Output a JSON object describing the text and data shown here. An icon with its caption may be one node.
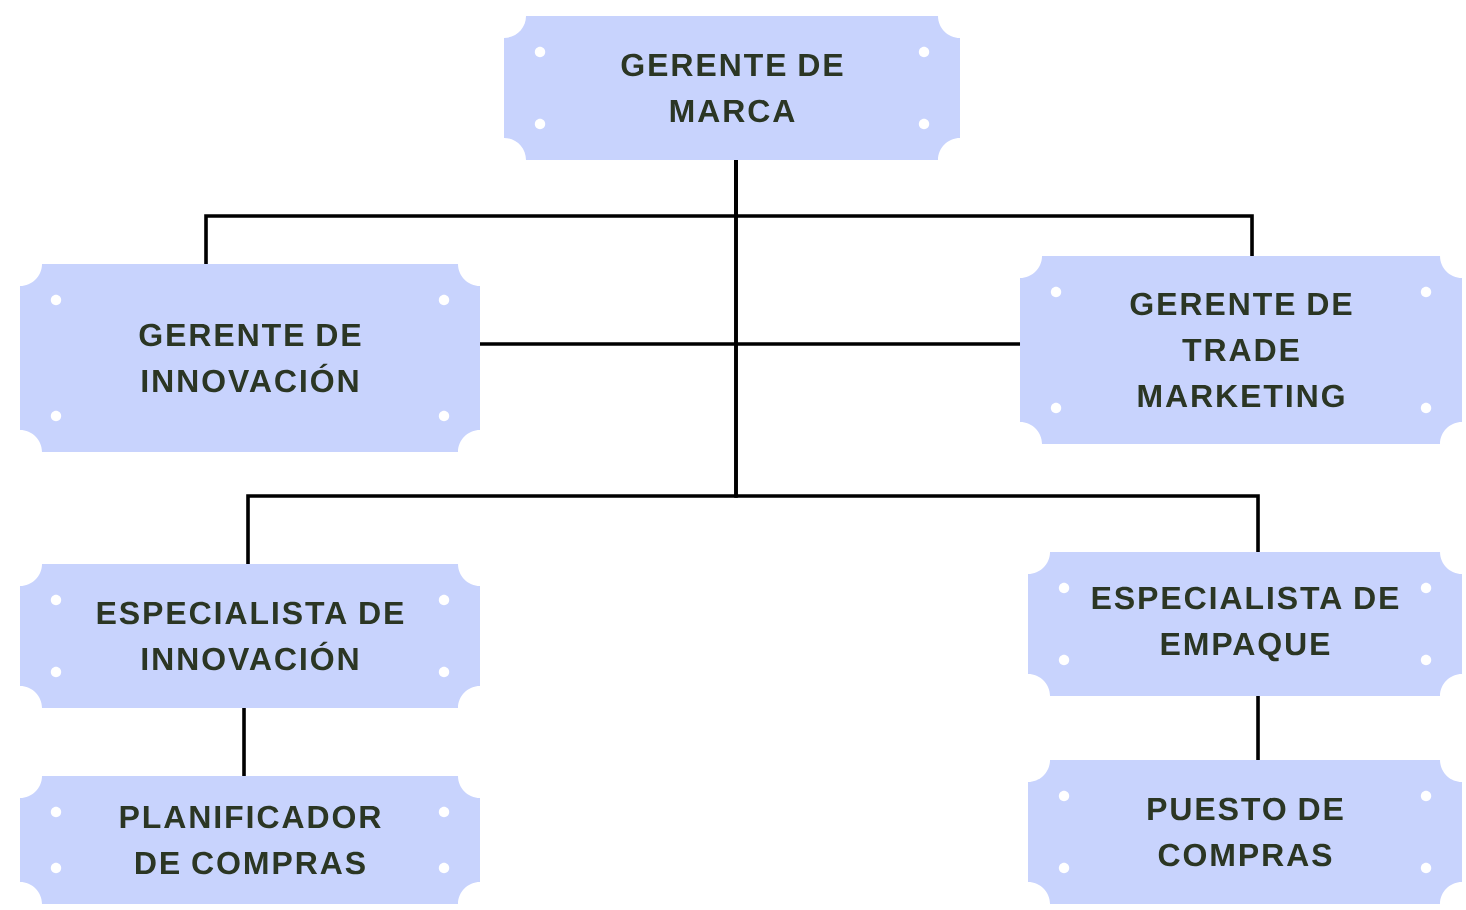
{
  "diagram": {
    "nodes": [
      {
        "text": [
          "GERENTE DE MARCA"
        ]
      },
      {
        "text": [
          "GERENTE DE INNOVACIÓN"
        ]
      },
      {
        "text": [
          "GERENTE DE TRADE MARKETING"
        ]
      },
      {
        "text": [
          "ESPECIALISTA DE INNOVACIÓN"
        ]
      },
      {
        "text": [
          "ESPECIALISTA DE EMPAQUE"
        ]
      },
      {
        "text": [
          "PLANIFICADOR DE COMPRAS"
        ]
      },
      {
        "text": [
          "PUESTO DE COMPRAS"
        ]
      }
    ],
    "edges": [
      {
        "from": 0,
        "to": 1,
        "arrow": "none"
      },
      {
        "from": 0,
        "to": 2,
        "arrow": "none"
      },
      {
        "from": 1,
        "to": 2,
        "arrow": "none"
      },
      {
        "from": 0,
        "to": 3,
        "arrow": "none"
      },
      {
        "from": 0,
        "to": 4,
        "arrow": "none"
      },
      {
        "from": 3,
        "to": 5,
        "arrow": "none"
      },
      {
        "from": 4,
        "to": 6,
        "arrow": "none"
      }
    ]
  }
}
